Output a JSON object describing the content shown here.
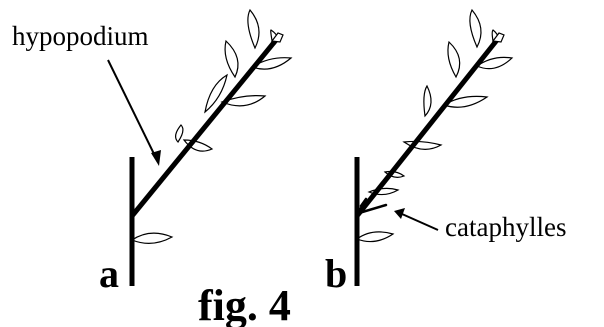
{
  "figure": {
    "caption": "fig. 4",
    "panels": [
      {
        "letter": "a",
        "annotation": "hypopodium"
      },
      {
        "letter": "b",
        "annotation": "cataphylles"
      }
    ]
  },
  "colors": {
    "ink": "#000000",
    "background": "#ffffff"
  }
}
